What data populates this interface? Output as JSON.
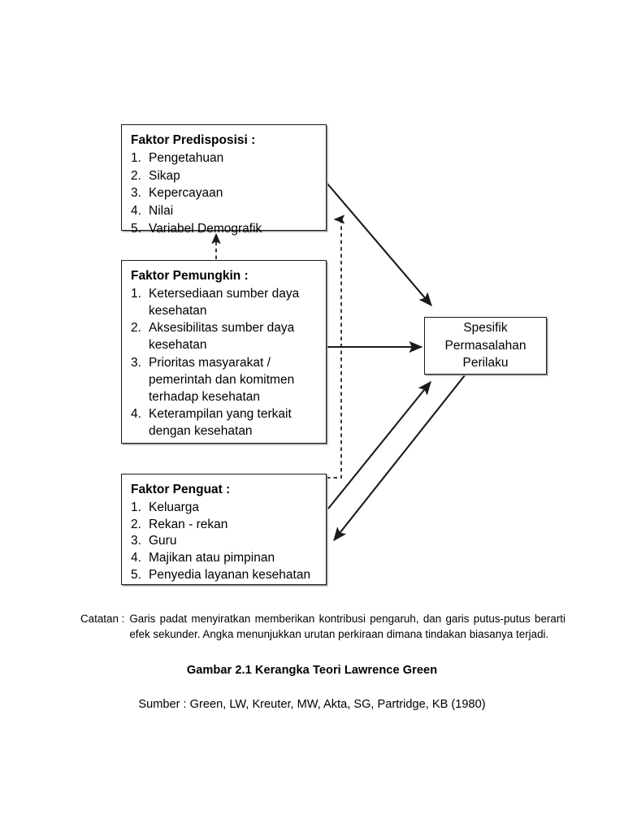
{
  "figure": {
    "title": "Gambar 2.1 Kerangka Teori Lawrence Green",
    "source": "Sumber : Green, LW, Kreuter, MW, Akta, SG, Partridge, KB (1980)",
    "note_label": "Catatan :",
    "note_text": "Garis padat menyiratkan memberikan kontribusi pengaruh, dan garis putus-putus berarti efek sekunder. Angka menunjukkan urutan perkiraan dimana tindakan biasanya terjadi."
  },
  "nodes": {
    "predisposisi": {
      "title": "Faktor Predisposisi :",
      "items": [
        {
          "num": "1.",
          "text": "Pengetahuan"
        },
        {
          "num": "2.",
          "text": "Sikap"
        },
        {
          "num": "3.",
          "text": "Kepercayaan"
        },
        {
          "num": "4.",
          "text": "Nilai"
        },
        {
          "num": "5.",
          "text": "Variabel Demografik"
        }
      ]
    },
    "pemungkin": {
      "title": "Faktor Pemungkin :",
      "items": [
        {
          "num": "1.",
          "text": "Ketersediaan sumber daya kesehatan"
        },
        {
          "num": "2.",
          "text": "Aksesibilitas sumber daya kesehatan"
        },
        {
          "num": "3.",
          "text": "Prioritas masyarakat / pemerintah dan komitmen terhadap kesehatan"
        },
        {
          "num": "4.",
          "text": "Keterampilan yang terkait dengan kesehatan"
        }
      ]
    },
    "penguat": {
      "title": "Faktor Penguat :",
      "items": [
        {
          "num": "1.",
          "text": "Keluarga"
        },
        {
          "num": "2.",
          "text": "Rekan - rekan"
        },
        {
          "num": "3.",
          "text": "Guru"
        },
        {
          "num": "4.",
          "text": "Majikan atau pimpinan"
        },
        {
          "num": "5.",
          "text": "Penyedia layanan kesehatan"
        }
      ]
    },
    "spesifik": {
      "line1": "Spesifik",
      "line2": "Permasalahan",
      "line3": "Perilaku"
    }
  },
  "connectors": {
    "predisposisi_to_spesifik": "solid-arrow",
    "pemungkin_to_spesifik": "solid-arrow",
    "penguat_to_spesifik": "solid-arrow",
    "spesifik_to_penguat": "solid-arrow",
    "pemungkin_to_predisposisi": "dashed-arrow",
    "penguat_to_predisposisi": "dashed-arrow"
  },
  "colors": {
    "stroke": "#1a1a1a",
    "background": "#ffffff",
    "box_shadow": "#9a9a9a"
  }
}
